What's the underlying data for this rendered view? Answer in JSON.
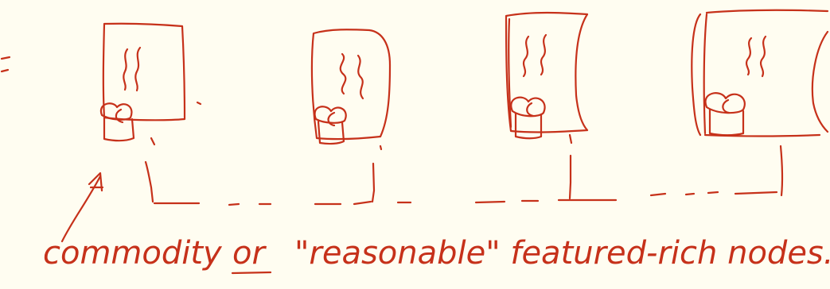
{
  "diagram": {
    "ink_color": "#c6311a",
    "background": "#fffdf1",
    "nodes": [
      {
        "name": "node-1",
        "icons": [
          "heat-squiggle-icon",
          "chef-hat-icon"
        ]
      },
      {
        "name": "node-2",
        "icons": [
          "heat-squiggle-icon",
          "chef-hat-icon"
        ]
      },
      {
        "name": "node-3",
        "icons": [
          "heat-squiggle-icon",
          "chef-hat-icon"
        ]
      },
      {
        "name": "node-4",
        "icons": [
          "heat-squiggle-icon",
          "chef-hat-icon"
        ]
      }
    ],
    "caption": {
      "part1": "commodity",
      "part2": "or",
      "part3": "\"reasonable\" featured-rich nodes."
    }
  }
}
